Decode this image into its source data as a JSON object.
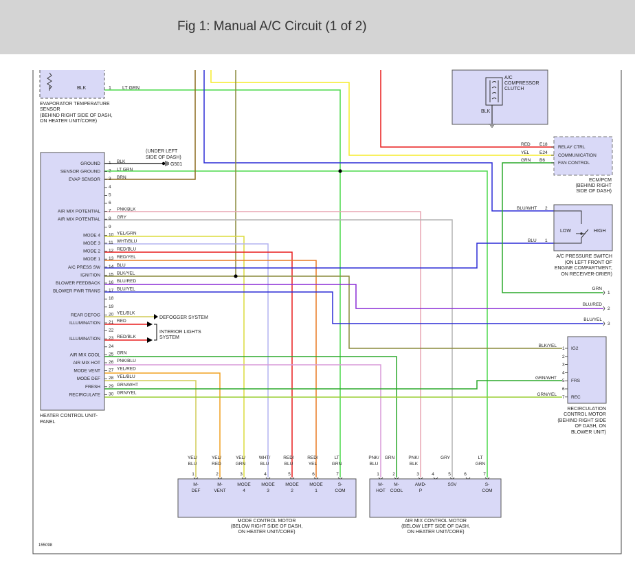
{
  "title": "Fig 1: Manual A/C Circuit (1 of 2)",
  "colors": {
    "LT GRN": "#4cd84c",
    "BLK": "#555555",
    "BRN": "#8b6a1f",
    "YEL": "#f5ec28",
    "RED": "#e81c1c",
    "BLU": "#2b2bd6",
    "OLIVE": "#8a8a3c",
    "PNK": "#e8a6b4",
    "GRY": "#b4b4b4",
    "WHT/BLU": "#b4b4f0",
    "ORANGE": "#e87a22",
    "PURPLE": "#8a2bd6",
    "GRN": "#2aa82a",
    "YEL/BLU": "#d0cc56",
    "box_fill": "#d9d9f7",
    "box_stroke": "#555"
  },
  "evap_sensor": {
    "label": [
      "EVAPORATOR TEMPERATURE",
      "SENSOR",
      "(BEHIND RIGHT SIDE OF DASH,",
      "ON HEATER UNIT/CORE)"
    ],
    "wire": "BLK",
    "pin": "1",
    "pin_wire": "LT GRN"
  },
  "compressor": {
    "label": [
      "A/C",
      "COMPRESSOR",
      "CLUTCH"
    ],
    "wire": "BLK"
  },
  "ground_note": [
    "(UNDER LEFT",
    "SIDE OF DASH)"
  ],
  "ground_id": "G501",
  "heater_panel": {
    "label": [
      "HEATER CONTROL UNIT-",
      "PANEL"
    ],
    "pins": [
      {
        "n": "1",
        "name": "GROUND",
        "wire": "BLK"
      },
      {
        "n": "2",
        "name": "SENSOR GROUND",
        "wire": "LT GRN"
      },
      {
        "n": "3",
        "name": "EVAP SENSOR",
        "wire": "BRN"
      },
      {
        "n": "4",
        "name": "",
        "wire": ""
      },
      {
        "n": "5",
        "name": "",
        "wire": ""
      },
      {
        "n": "6",
        "name": "",
        "wire": ""
      },
      {
        "n": "7",
        "name": "AIR MIX POTENTIAL",
        "wire": "PNK/BLK"
      },
      {
        "n": "8",
        "name": "AIR MIX POTENTIAL",
        "wire": "GRY"
      },
      {
        "n": "9",
        "name": "",
        "wire": ""
      },
      {
        "n": "10",
        "name": "MODE 4",
        "wire": "YEL/GRN"
      },
      {
        "n": "11",
        "name": "MODE 3",
        "wire": "WHT/BLU"
      },
      {
        "n": "12",
        "name": "MODE 2",
        "wire": "RED/BLU"
      },
      {
        "n": "13",
        "name": "MODE 1",
        "wire": "RED/YEL"
      },
      {
        "n": "14",
        "name": "A/C PRESS SW",
        "wire": "BLU"
      },
      {
        "n": "15",
        "name": "IGNITION",
        "wire": "BLK/YEL"
      },
      {
        "n": "16",
        "name": "BLOWER FEEDBACK",
        "wire": "BLU/RED"
      },
      {
        "n": "17",
        "name": "BLOWER PWR TRANS",
        "wire": "BLU/YEL"
      },
      {
        "n": "18",
        "name": "",
        "wire": ""
      },
      {
        "n": "19",
        "name": "",
        "wire": ""
      },
      {
        "n": "20",
        "name": "REAR DEFOG",
        "wire": "YEL/BLK"
      },
      {
        "n": "21",
        "name": "ILLUMINATION",
        "wire": "RED"
      },
      {
        "n": "22",
        "name": "",
        "wire": ""
      },
      {
        "n": "23",
        "name": "ILLUMINATION",
        "wire": "RED/BLK"
      },
      {
        "n": "24",
        "name": "",
        "wire": ""
      },
      {
        "n": "25",
        "name": "AIR MIX COOL",
        "wire": "GRN"
      },
      {
        "n": "26",
        "name": "AIR MIX HOT",
        "wire": "PNK/BLU"
      },
      {
        "n": "27",
        "name": "MODE VENT",
        "wire": "YEL/RED"
      },
      {
        "n": "28",
        "name": "MODE DEF",
        "wire": "YEL/BLU"
      },
      {
        "n": "29",
        "name": "FRESH",
        "wire": "GRN/WHT"
      },
      {
        "n": "30",
        "name": "RECIRCULATE",
        "wire": "GRN/YEL"
      }
    ]
  },
  "defogger": "DEFOGGER SYSTEM",
  "interior_lights": [
    "INTERIOR LIGHTS",
    "SYSTEM"
  ],
  "ecm": {
    "label": [
      "ECM/PCM",
      "(BEHIND RIGHT",
      "SIDE OF DASH)"
    ],
    "pins": [
      {
        "wire": "RED",
        "pin": "E18",
        "name": "RELAY CTRL"
      },
      {
        "wire": "YEL",
        "pin": "E24",
        "name": "COMMUNICATION"
      },
      {
        "wire": "GRN",
        "pin": "B6",
        "name": "FAN CONTROL"
      }
    ]
  },
  "pressure_switch": {
    "label": [
      "A/C PRESSURE SWITCH",
      "(ON LEFT FRONT OF",
      "ENGINE COMPARTMENT,",
      "ON RECEIVER-DRIER)"
    ],
    "low": "LOW",
    "high": "HIGH",
    "pins": [
      {
        "wire": "BLU/WHT",
        "pin": "2"
      },
      {
        "wire": "BLU",
        "pin": "1"
      }
    ]
  },
  "exits": [
    {
      "wire": "GRN",
      "n": "1"
    },
    {
      "wire": "BLU/RED",
      "n": "2"
    },
    {
      "wire": "BLU/YEL",
      "n": "3"
    }
  ],
  "recirc": {
    "label": [
      "RECIRCULATION",
      "CONTROL MOTOR",
      "(BEHIND RIGHT SIDE",
      "OF DASH, ON",
      "BLOWER UNIT)"
    ],
    "pins": [
      {
        "n": "1",
        "wire": "BLK/YEL",
        "name": "IG2"
      },
      {
        "n": "2",
        "wire": "",
        "name": ""
      },
      {
        "n": "3",
        "wire": "",
        "name": ""
      },
      {
        "n": "4",
        "wire": "",
        "name": ""
      },
      {
        "n": "5",
        "wire": "GRN/WHT",
        "name": "FRS"
      },
      {
        "n": "6",
        "wire": "",
        "name": ""
      },
      {
        "n": "7",
        "wire": "GRN/YEL",
        "name": "REC"
      }
    ]
  },
  "mode_motor": {
    "label": [
      "MODE CONTROL MOTOR",
      "(BELOW RIGHT SIDE OF DASH,",
      "ON HEATER UNIT/CORE)"
    ],
    "pins": [
      {
        "n": "1",
        "wire": [
          "YEL/",
          "BLU"
        ],
        "name": [
          "M-",
          "DEF"
        ]
      },
      {
        "n": "2",
        "wire": [
          "YEL/",
          "RED"
        ],
        "name": [
          "M-",
          "VENT"
        ]
      },
      {
        "n": "3",
        "wire": [
          "YEL/",
          "GRN"
        ],
        "name": [
          "MODE",
          "4"
        ]
      },
      {
        "n": "4",
        "wire": [
          "WHT/",
          "BLU"
        ],
        "name": [
          "MODE",
          "3"
        ]
      },
      {
        "n": "5",
        "wire": [
          "RED/",
          "BLU"
        ],
        "name": [
          "MODE",
          "2"
        ]
      },
      {
        "n": "6",
        "wire": [
          "RED/",
          "YEL"
        ],
        "name": [
          "MODE",
          "1"
        ]
      },
      {
        "n": "7",
        "wire": [
          "LT",
          "GRN"
        ],
        "name": [
          "S-",
          "COM"
        ]
      }
    ]
  },
  "airmix_motor": {
    "label": [
      "AIR MIX CONTROL MOTOR",
      "(BELOW LEFT SIDE OF DASH,",
      "ON HEATER UNIT/CORE)"
    ],
    "pins": [
      {
        "n": "1",
        "wire": [
          "PNK/",
          "BLU"
        ],
        "name": [
          "M-",
          "HOT"
        ]
      },
      {
        "n": "2",
        "wire": [
          "GRN",
          ""
        ],
        "name": [
          "M-",
          "COOL"
        ]
      },
      {
        "n": "3",
        "wire": [
          "PNK/",
          "BLK"
        ],
        "name": [
          "AMD-",
          "P"
        ]
      },
      {
        "n": "4",
        "wire": [
          "",
          ""
        ],
        "name": [
          "",
          ""
        ]
      },
      {
        "n": "5",
        "wire": [
          "GRY",
          ""
        ],
        "name": [
          "SSV",
          ""
        ]
      },
      {
        "n": "6",
        "wire": [
          "",
          ""
        ],
        "name": [
          "",
          ""
        ]
      },
      {
        "n": "7",
        "wire": [
          "LT",
          "GRN"
        ],
        "name": [
          "S-",
          "COM"
        ]
      }
    ]
  },
  "figure_id": "155098"
}
